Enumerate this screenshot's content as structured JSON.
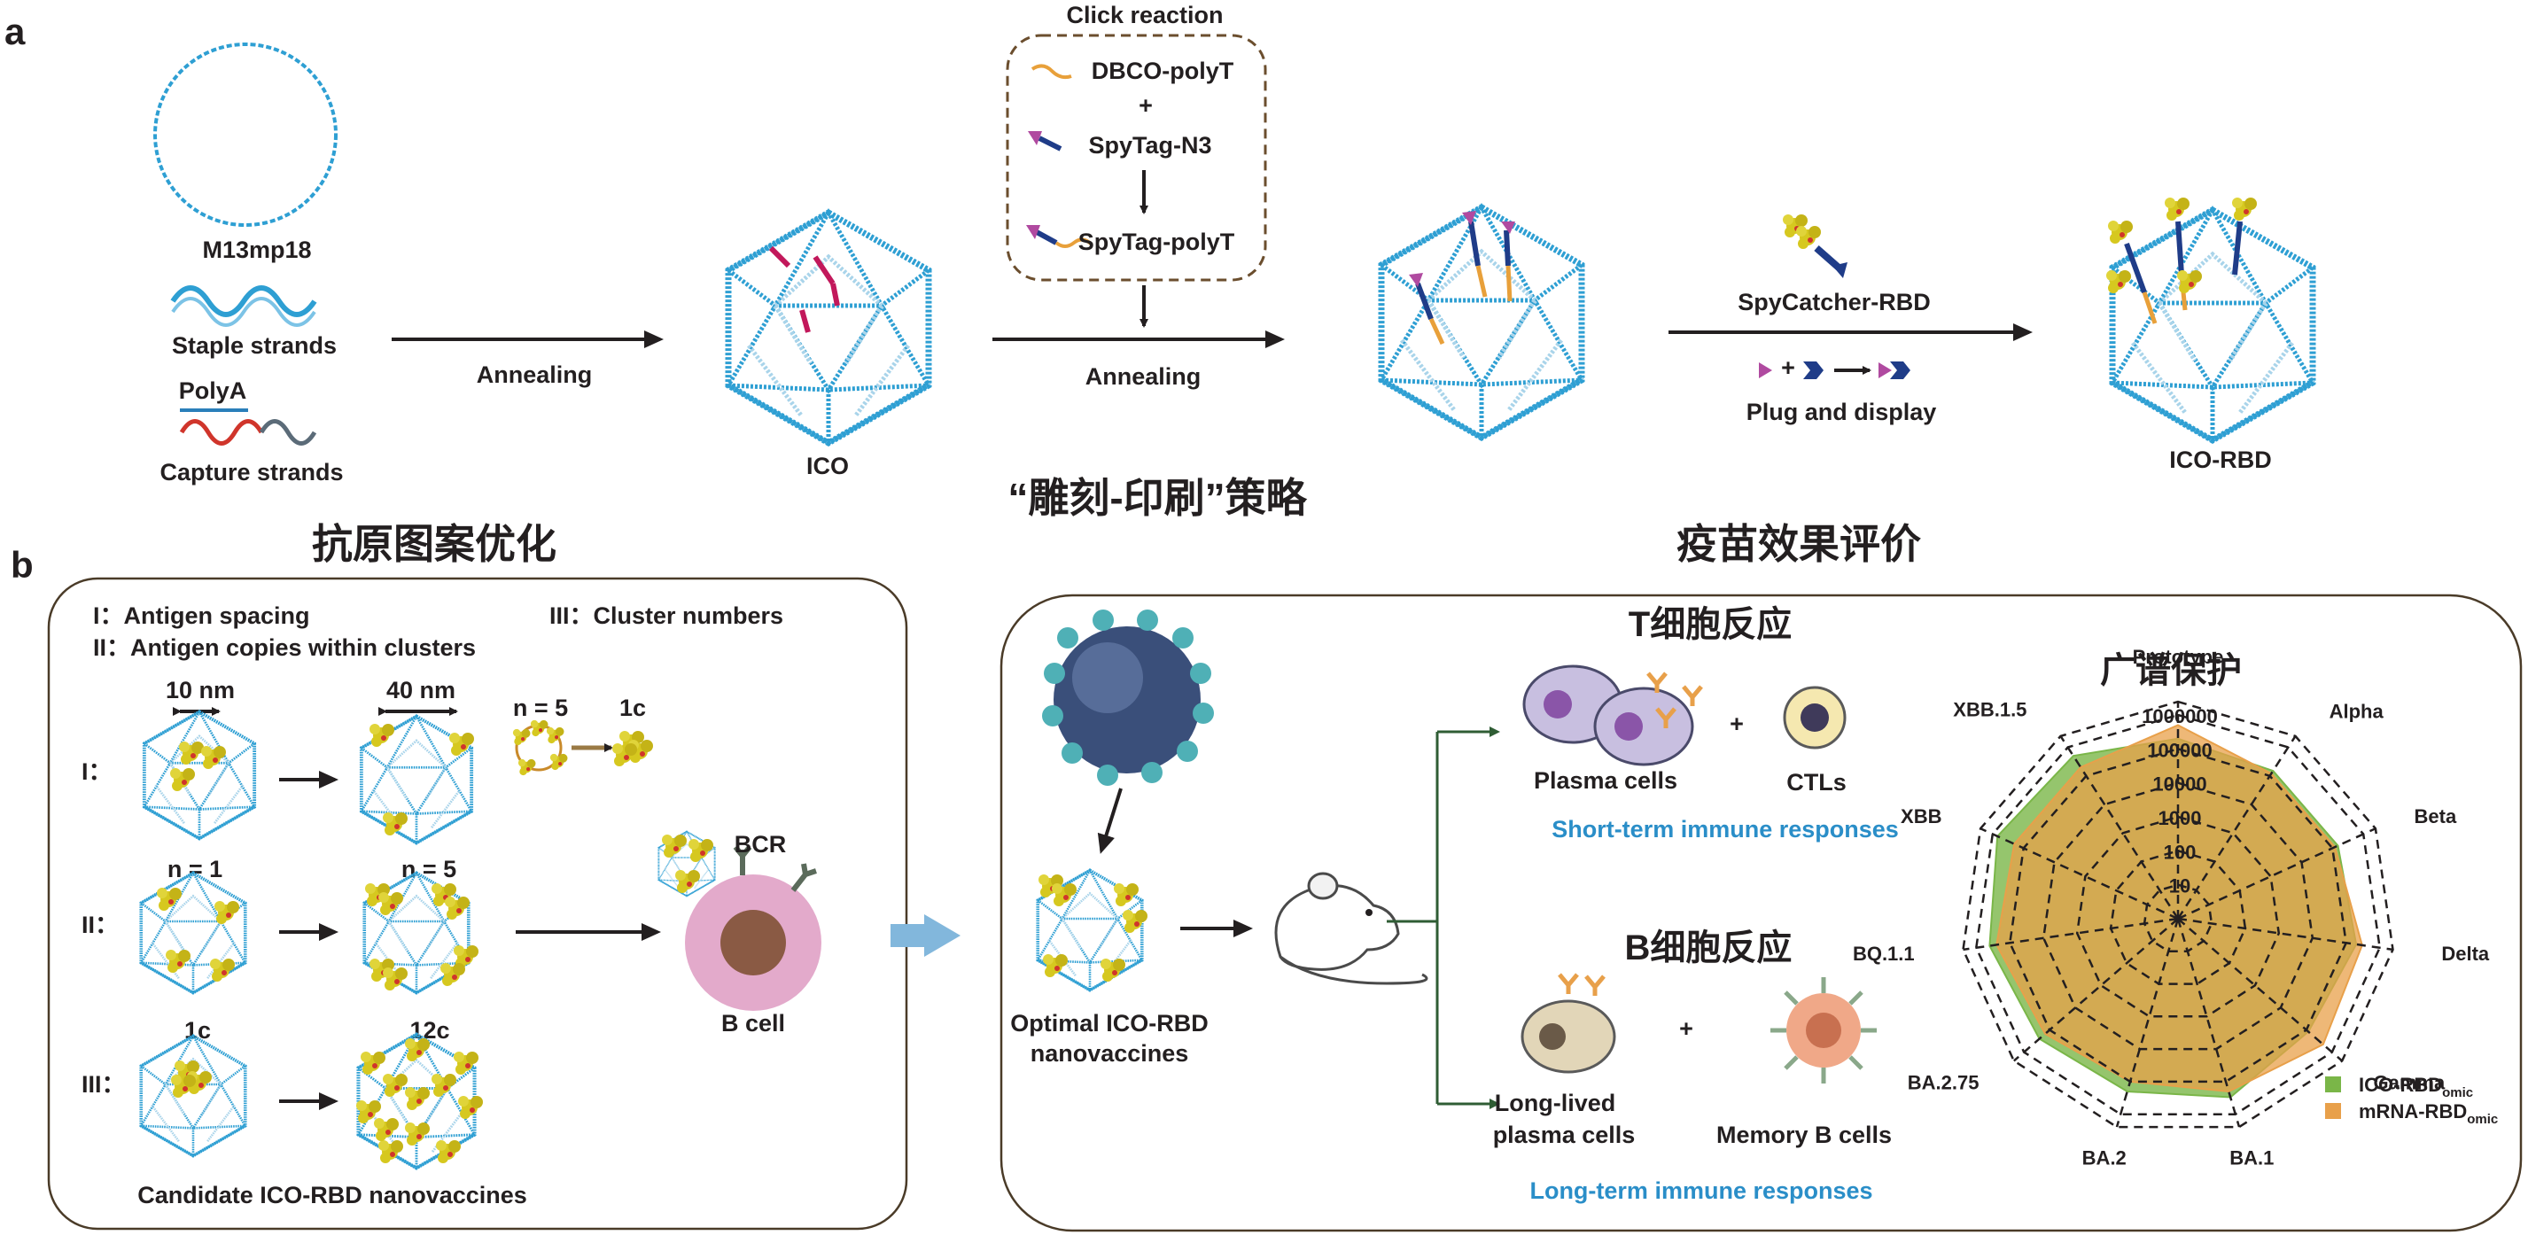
{
  "colors": {
    "dna": "#2e9fd3",
    "dna_light": "#a9d4ea",
    "rbd": "#d6c81f",
    "orange": "#e8a04a",
    "green": "#7ab648",
    "cell_pink": "#e3aacb",
    "nucleus": "#8a5a44"
  },
  "panel_a": {
    "label": "a",
    "m13": "M13mp18",
    "staple": "Staple strands",
    "polya": "PolyA",
    "capture": "Capture strands",
    "annealing1": "Annealing",
    "ico": "ICO",
    "click_title": "Click reaction",
    "dbco": "DBCO-polyT",
    "plus": "+",
    "spytag_n3": "SpyTag-N3",
    "spytag_polyt": "SpyTag-polyT",
    "annealing2": "Annealing",
    "spycatcher": "SpyCatcher-RBD",
    "plug_plus": "+",
    "plug": "Plug and display",
    "ico_rbd": "ICO-RBD",
    "strategy": "“雕刻-印刷”策略"
  },
  "panel_b": {
    "label": "b",
    "left_title": "抗原图案优化",
    "right_title": "疫苗效果评价",
    "legend_i": "I：Antigen spacing",
    "legend_ii": "II：Antigen copies within clusters",
    "legend_iii": "III：Cluster numbers",
    "row_i": "I：",
    "row_ii": "II：",
    "row_iii": "III：",
    "d10": "10 nm",
    "d40": "40 nm",
    "n5a": "n = 5",
    "c1a": "1c",
    "n1": "n = 1",
    "n5b": "n = 5",
    "c1b": "1c",
    "c12": "12c",
    "bcr": "BCR",
    "bcell": "B cell",
    "candidate": "Candidate ICO-RBD nanovaccines",
    "optimal1": "Optimal ICO-RBD",
    "optimal2": "nanovaccines",
    "t_title": "T细胞反应",
    "plasma": "Plasma cells",
    "plus1": "+",
    "ctls": "CTLs",
    "short_term": "Short-term immune responses",
    "b_title": "B细胞反应",
    "long_lived1": "Long-lived",
    "long_lived2": "plasma cells",
    "plus2": "+",
    "memory": "Memory B cells",
    "long_term": "Long-term immune responses",
    "radar_title": "广谱保护"
  },
  "chart_data": {
    "type": "radar",
    "title": "广谱保护",
    "scale": "log",
    "ticks": [
      10,
      100,
      1000,
      10000,
      100000,
      1000000
    ],
    "tick_labels": [
      "10",
      "100",
      "1000",
      "10000",
      "100000",
      "1000000"
    ],
    "axes": [
      "Prototype",
      "Alpha",
      "Beta",
      "Delta",
      "Gamma",
      "BA.1",
      "BA.2",
      "BA.2.75",
      "BQ.1.1",
      "XBB",
      "XBB.1.5"
    ],
    "series": [
      {
        "name": "ICO-RBD",
        "name_sub": "omic",
        "color": "#7ab648",
        "values": [
          200000,
          150000,
          150000,
          200000,
          120000,
          300000,
          200000,
          250000,
          400000,
          700000,
          500000
        ]
      },
      {
        "name": "mRNA-RBD",
        "name_sub": "omic",
        "color": "#e8a04a",
        "values": [
          500000,
          120000,
          120000,
          300000,
          450000,
          200000,
          100000,
          150000,
          250000,
          200000,
          200000
        ]
      }
    ],
    "legend_position": "bottom-right"
  }
}
